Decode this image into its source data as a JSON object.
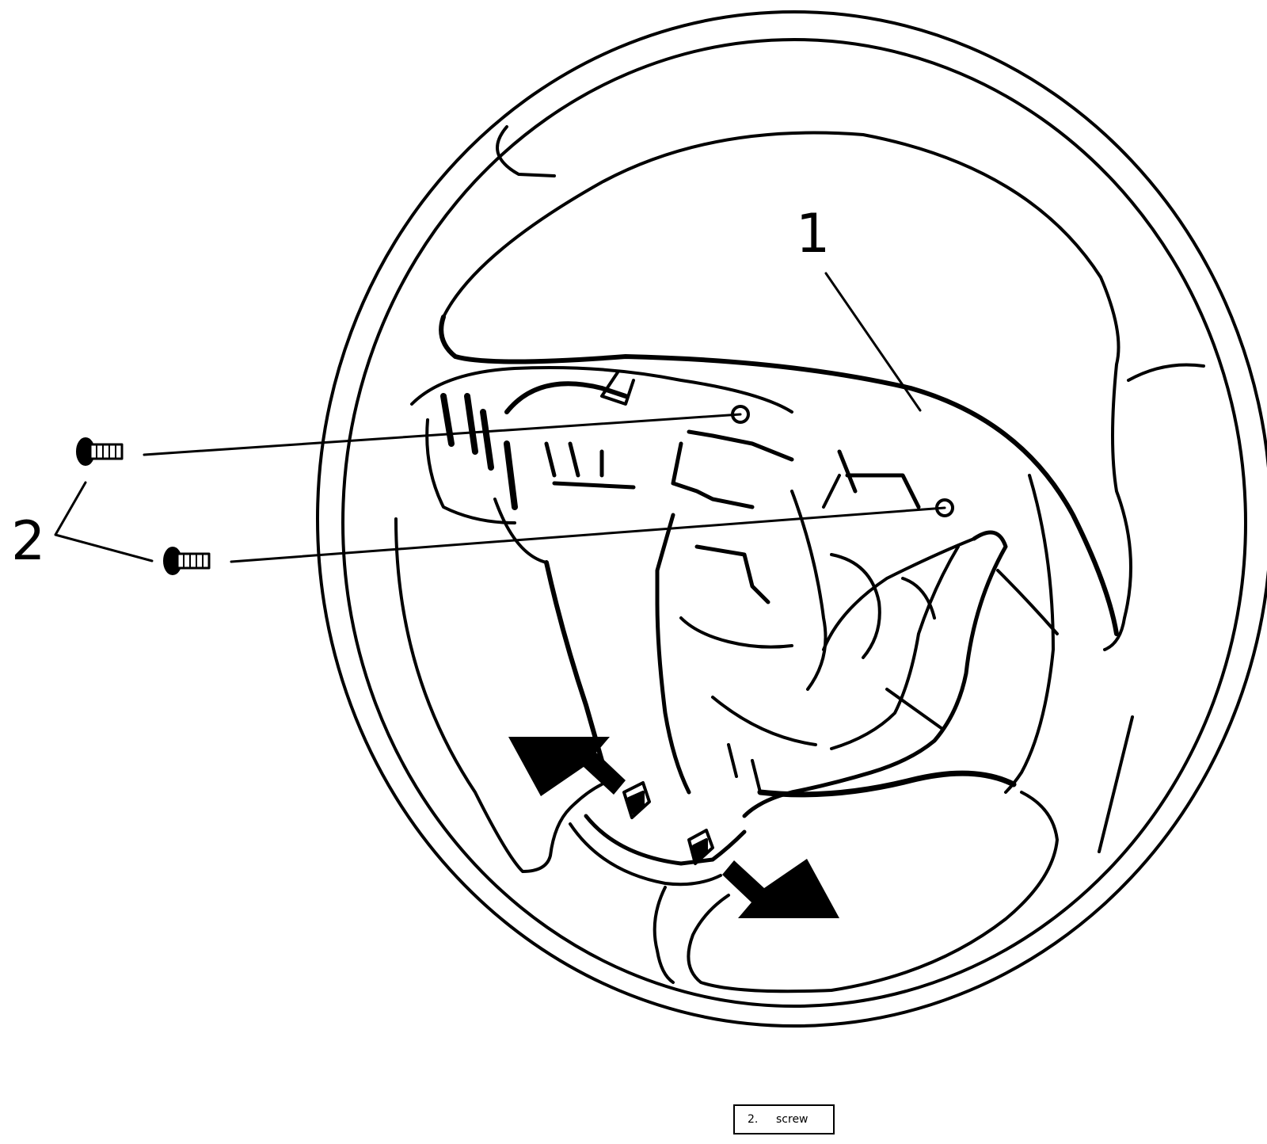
{
  "callouts": [
    {
      "id": "1",
      "label": "1"
    },
    {
      "id": "2",
      "label": "2"
    }
  ],
  "legend": {
    "number": "2.",
    "text": "screw"
  },
  "icons": [
    "screw-icon",
    "direction-arrow-icon",
    "steering-wheel-icon"
  ],
  "colors": {
    "line": "#000000",
    "background": "#ffffff"
  }
}
